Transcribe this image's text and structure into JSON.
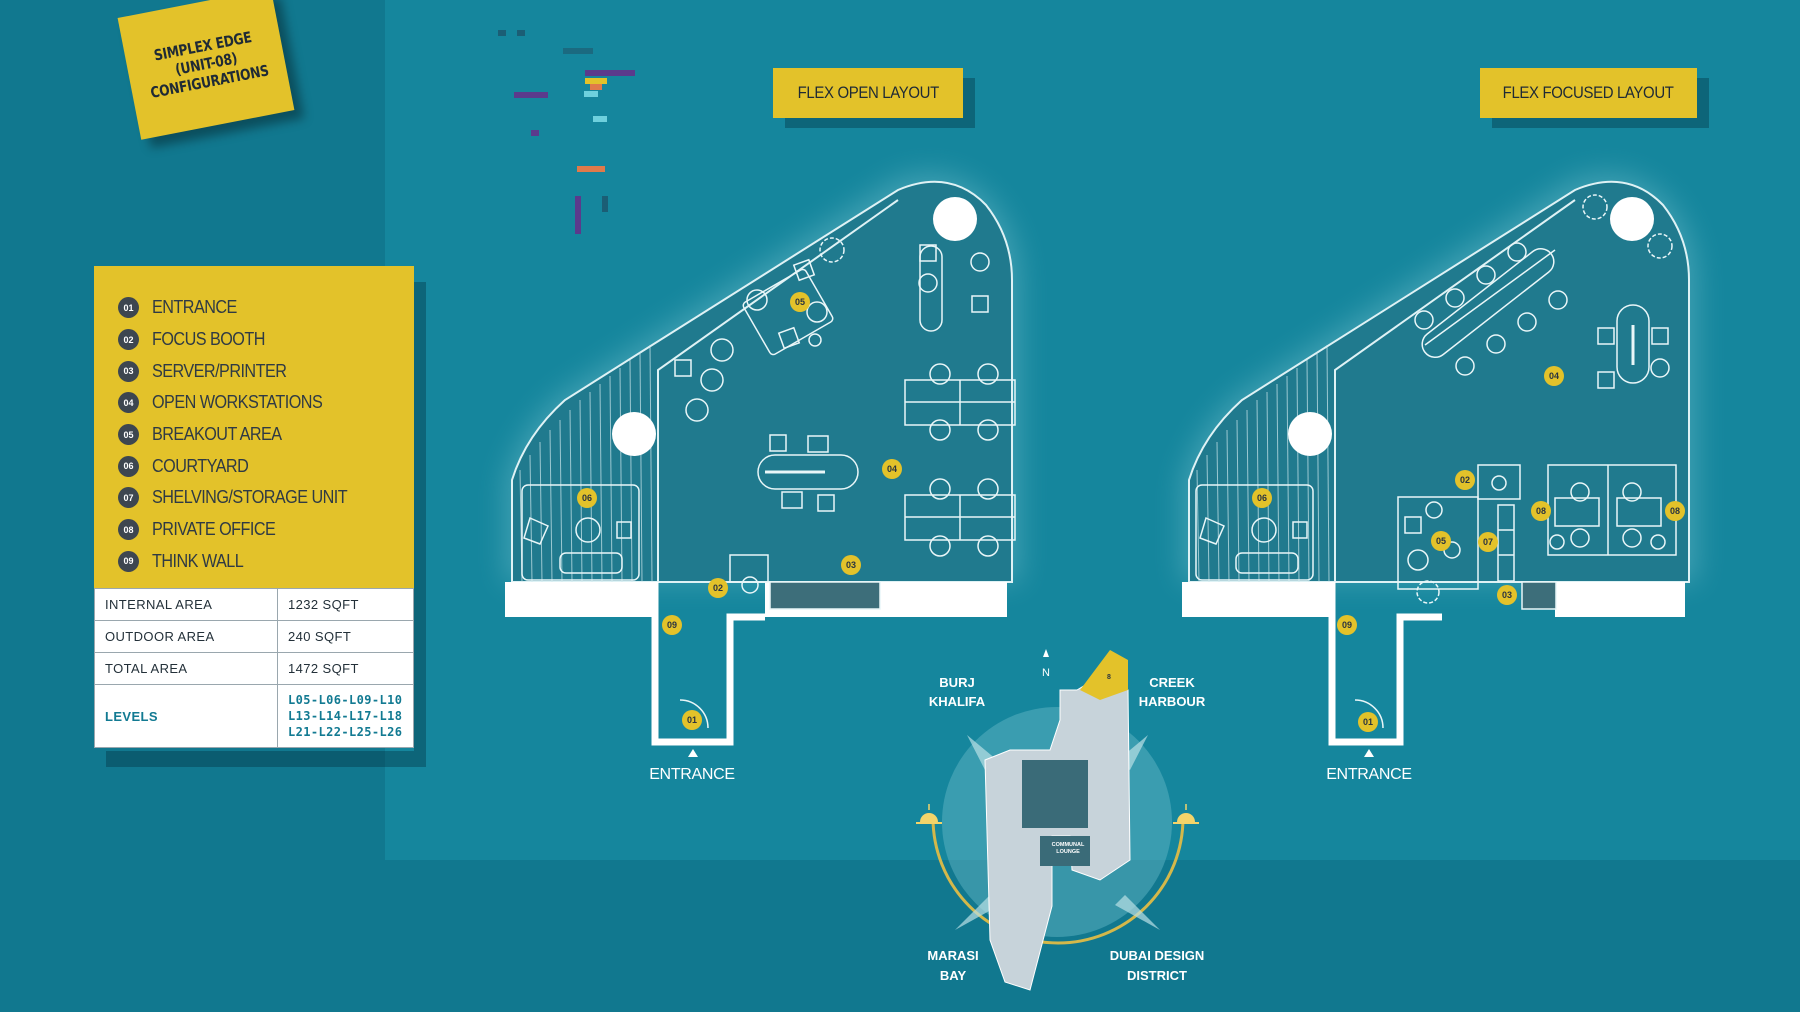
{
  "sticky_note": {
    "text": "SIMPLEX EDGE\n(UNIT-08)\nCONFIGURATIONS"
  },
  "legend": [
    {
      "num": "01",
      "label": "ENTRANCE"
    },
    {
      "num": "02",
      "label": "FOCUS BOOTH"
    },
    {
      "num": "03",
      "label": "SERVER/PRINTER"
    },
    {
      "num": "04",
      "label": "OPEN WORKSTATIONS"
    },
    {
      "num": "05",
      "label": "BREAKOUT AREA"
    },
    {
      "num": "06",
      "label": "COURTYARD"
    },
    {
      "num": "07",
      "label": "SHELVING/STORAGE UNIT"
    },
    {
      "num": "08",
      "label": "PRIVATE OFFICE"
    },
    {
      "num": "09",
      "label": "THINK WALL"
    }
  ],
  "areas": {
    "internal": {
      "label": "INTERNAL AREA",
      "value": "1232 SQFT"
    },
    "outdoor": {
      "label": "OUTDOOR AREA",
      "value": "240 SQFT"
    },
    "total": {
      "label": "TOTAL AREA",
      "value": "1472 SQFT"
    },
    "levels": {
      "label": "LEVELS",
      "value": "L05-L06-L09-L10\nL13-L14-L17-L18\nL21-L22-L25-L26"
    }
  },
  "plans": {
    "open_title": "FLEX OPEN LAYOUT",
    "focused_title": "FLEX FOCUSED LAYOUT",
    "entrance_label": "ENTRANCE",
    "open_markers": [
      "05",
      "06",
      "04",
      "03",
      "02",
      "09",
      "01"
    ],
    "focused_markers": [
      "04",
      "02",
      "06",
      "08",
      "08",
      "05",
      "07",
      "03",
      "09",
      "01"
    ]
  },
  "key_plan": {
    "north": "N",
    "burj_khalifa": "BURJ\nKHALIFA",
    "creek_harbour": "CREEK\nHARBOUR",
    "marasi_bay": "MARASI\nBAY",
    "dubai_design_district": "DUBAI DESIGN\nDISTRICT",
    "communal_lounge": "COMMUNAL\nLOUNGE",
    "unit_number": "8"
  },
  "colors": {
    "background": "#11788f",
    "accent_yellow": "#e3c22a",
    "marker_dark": "#3d4650"
  }
}
